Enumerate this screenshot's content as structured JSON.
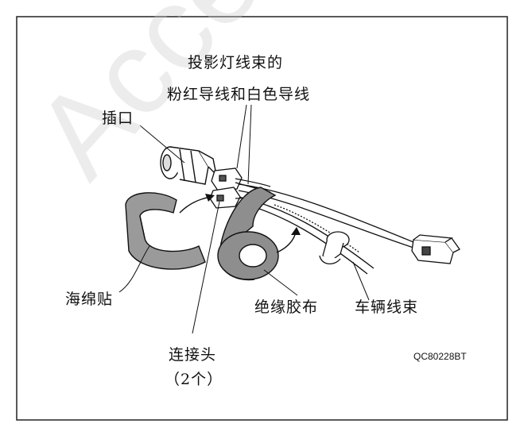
{
  "labels": {
    "harness_title_line1": "投影灯线束的",
    "harness_title_line2": "粉红导线和白色导线",
    "socket": "插口",
    "sponge_pad": "海绵贴",
    "insulating_tape": "绝缘胶布",
    "vehicle_harness": "车辆线束",
    "connector": "连接头",
    "connector_count": "（2个）"
  },
  "figure_code": "QC80228BT",
  "watermark": "Access",
  "colors": {
    "ink": "#111111",
    "sponge_gray": "#9a9a9a",
    "tape_gray": "#8e8e8e",
    "frame": "#222222"
  }
}
